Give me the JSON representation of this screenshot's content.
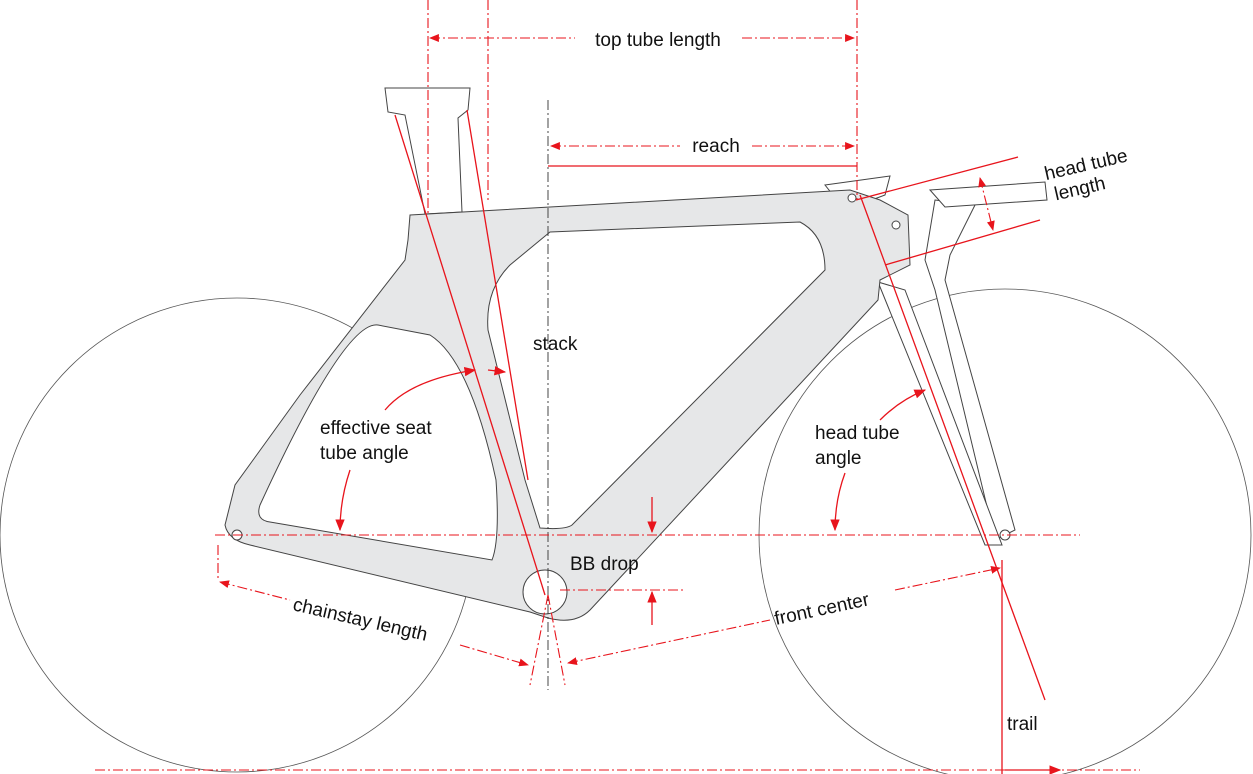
{
  "labels": {
    "top_tube_length": "top tube length",
    "reach": "reach",
    "head_tube_length_1": "head tube",
    "head_tube_length_2": "length",
    "stack": "stack",
    "seat_angle_1": "effective seat",
    "seat_angle_2": "tube angle",
    "head_angle_1": "head tube",
    "head_angle_2": "angle",
    "bb_drop": "BB drop",
    "chainstay_length": "chainstay length",
    "front_center": "front center",
    "trail": "trail"
  },
  "colors": {
    "accent": "#e8141c",
    "frame_fill": "#e6e7e8"
  }
}
